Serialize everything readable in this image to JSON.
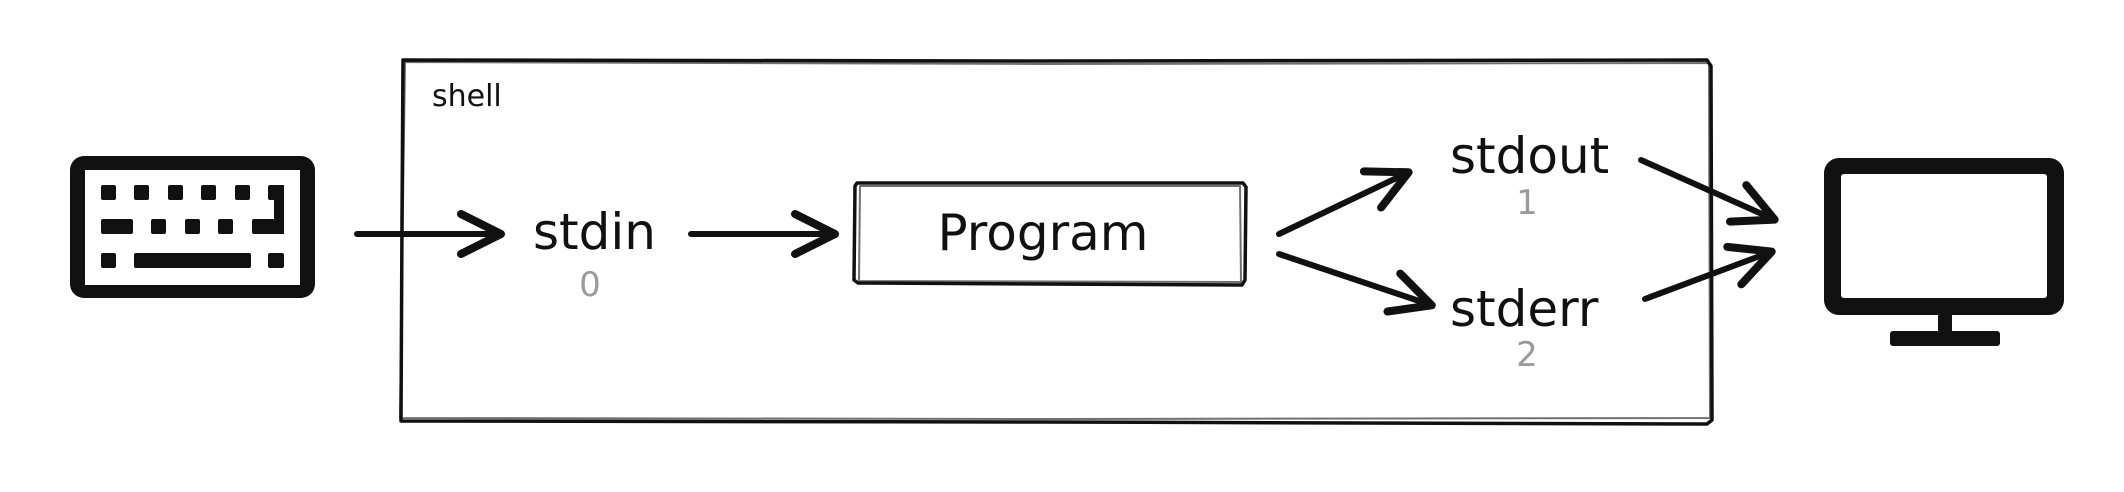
{
  "shell": {
    "label": "shell"
  },
  "streams": {
    "stdin": {
      "label": "stdin",
      "fd": "0"
    },
    "stdout": {
      "label": "stdout",
      "fd": "1"
    },
    "stderr": {
      "label": "stderr",
      "fd": "2"
    }
  },
  "program": {
    "label": "Program"
  },
  "icons": {
    "input": "keyboard-icon",
    "output": "monitor-icon"
  },
  "colors": {
    "ink": "#111111",
    "fd_number": "#9a9a9a",
    "background": "#ffffff"
  }
}
